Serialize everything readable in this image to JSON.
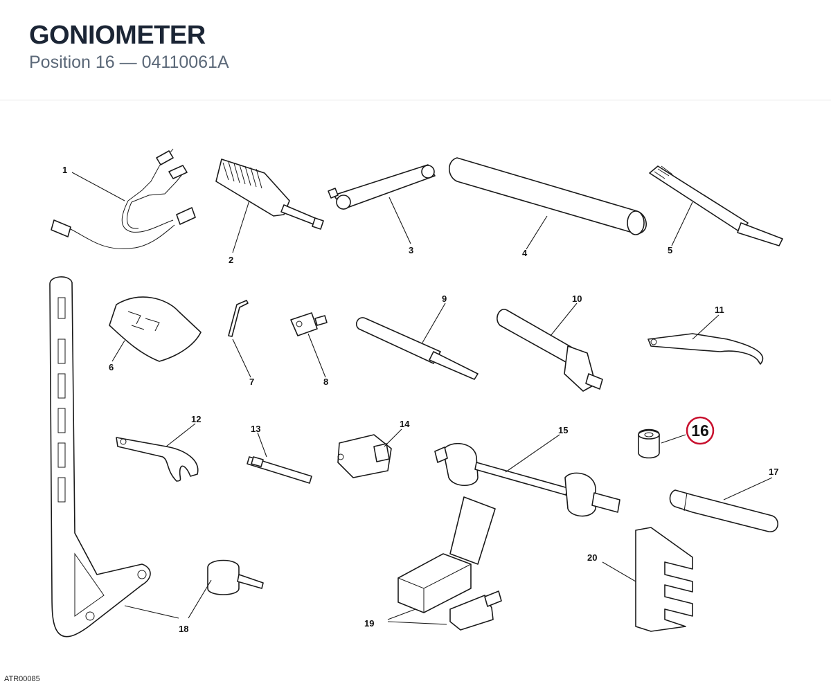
{
  "header": {
    "title": "GONIOMETER",
    "subtitle": "Position 16 — 04110061A"
  },
  "parts": {
    "p1": "1",
    "p2": "2",
    "p3": "3",
    "p4": "4",
    "p5": "5",
    "p6": "6",
    "p7": "7",
    "p8": "8",
    "p9": "9",
    "p10": "10",
    "p11": "11",
    "p12": "12",
    "p13": "13",
    "p14": "14",
    "p15": "15",
    "p16": "16",
    "p17": "17",
    "p18": "18",
    "p19": "19",
    "p20": "20"
  },
  "highlight": {
    "position": "16",
    "color": "#c8102e"
  },
  "footer": {
    "reference": "ATR00085"
  }
}
